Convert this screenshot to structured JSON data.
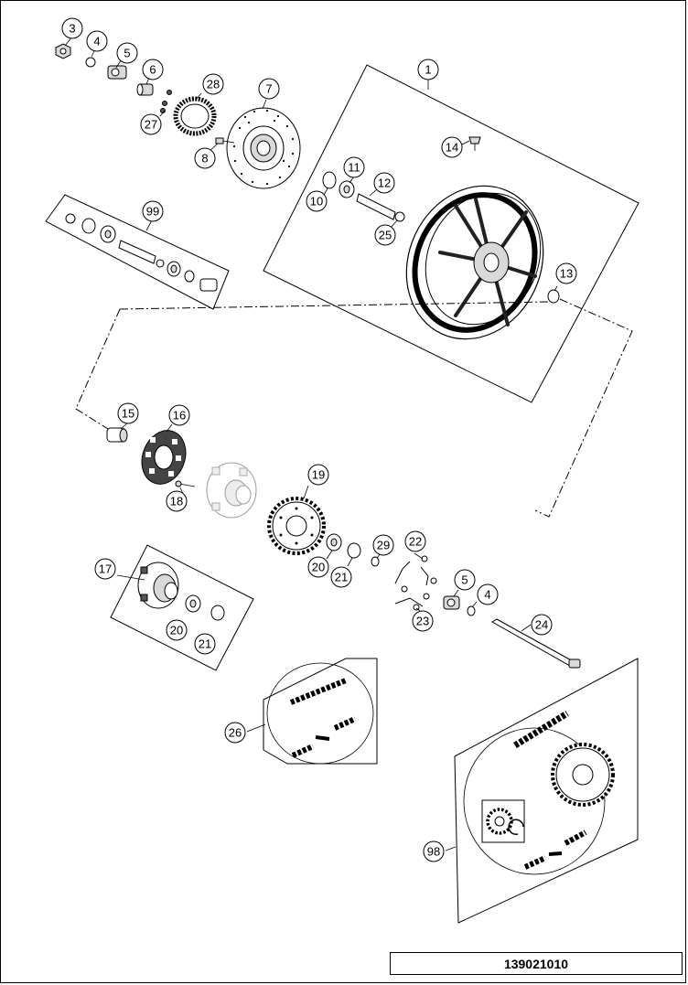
{
  "document_number": "139021010",
  "callouts": {
    "c1": "1",
    "c3": "3",
    "c4a": "4",
    "c5a": "5",
    "c6": "6",
    "c7": "7",
    "c8": "8",
    "c10": "10",
    "c11": "11",
    "c12": "12",
    "c13": "13",
    "c14": "14",
    "c15": "15",
    "c16": "16",
    "c17": "17",
    "c18": "18",
    "c19": "19",
    "c20a": "20",
    "c21a": "21",
    "c20b": "20",
    "c21b": "21",
    "c22": "22",
    "c23": "23",
    "c24": "24",
    "c25": "25",
    "c26": "26",
    "c27": "27",
    "c28": "28",
    "c29": "29",
    "c5b": "5",
    "c4b": "4",
    "c98": "98",
    "c99": "99"
  }
}
